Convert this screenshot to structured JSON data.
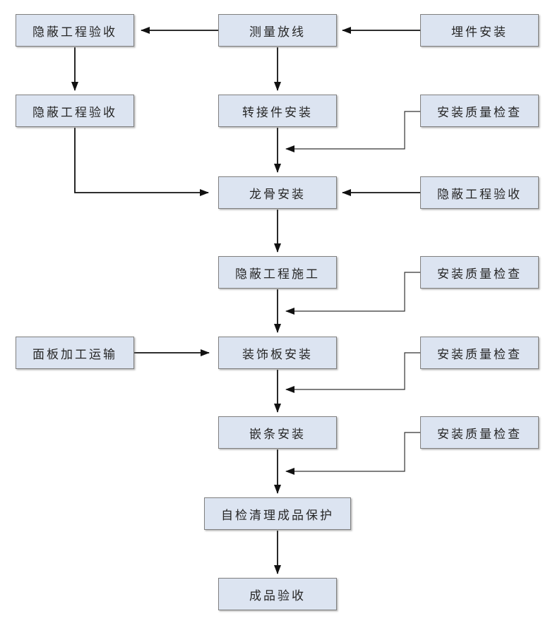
{
  "diagram": {
    "type": "flowchart",
    "background_color": "#ffffff",
    "node_fill_color": "#dce4f1",
    "node_border_color": "#7f7f7f",
    "arrow_color": "#111111",
    "text_color": "#262626"
  },
  "nodes": {
    "concealed_acceptance_top_left": "隐蔽工程验收",
    "measure_setting_out": "测量放线",
    "embedded_parts_install": "埋件安装",
    "concealed_acceptance_left": "隐蔽工程验收",
    "adapter_install": "转接件安装",
    "quality_check_1": "安装质量检查",
    "keel_install": "龙骨安装",
    "concealed_acceptance_right": "隐蔽工程验收",
    "concealed_work_construction": "隐蔽工程施工",
    "quality_check_2": "安装质量检查",
    "panel_processing_transport": "面板加工运输",
    "decorative_panel_install": "装饰板安装",
    "quality_check_3": "安装质量检查",
    "trim_strip_install": "嵌条安装",
    "quality_check_4": "安装质量检查",
    "self_check_cleanup_protection": "自检清理成品保护",
    "finished_product_acceptance": "成品验收"
  }
}
